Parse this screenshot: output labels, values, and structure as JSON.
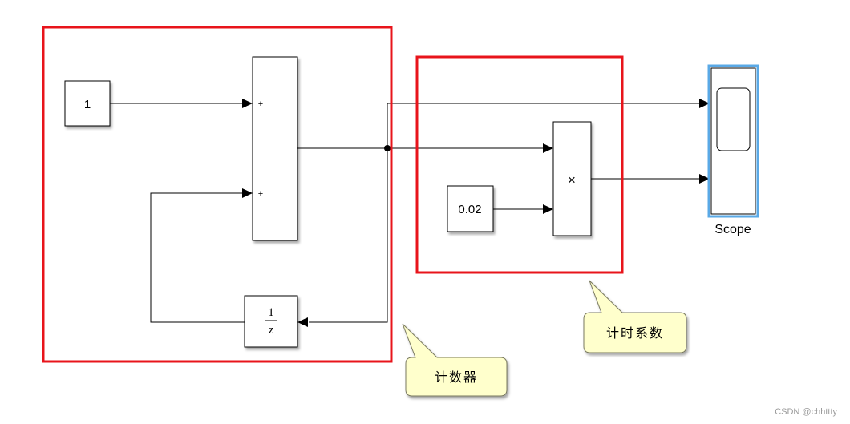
{
  "blocks": {
    "constant_one": {
      "value": "1"
    },
    "sum": {
      "port1_sign": "+",
      "port2_sign": "+"
    },
    "unit_delay": {
      "numerator": "1",
      "denominator": "z"
    },
    "constant_step": {
      "value": "0.02"
    },
    "product": {
      "symbol": "×"
    },
    "scope": {
      "label": "Scope"
    }
  },
  "annotations": {
    "counter": "计数器",
    "time_coefficient": "计时系数"
  },
  "watermark": "CSDN @chhttty",
  "colors": {
    "highlight_region": "#e8141b",
    "scope_selection": "#5aa9e6",
    "callout_fill": "#ffffcc"
  }
}
